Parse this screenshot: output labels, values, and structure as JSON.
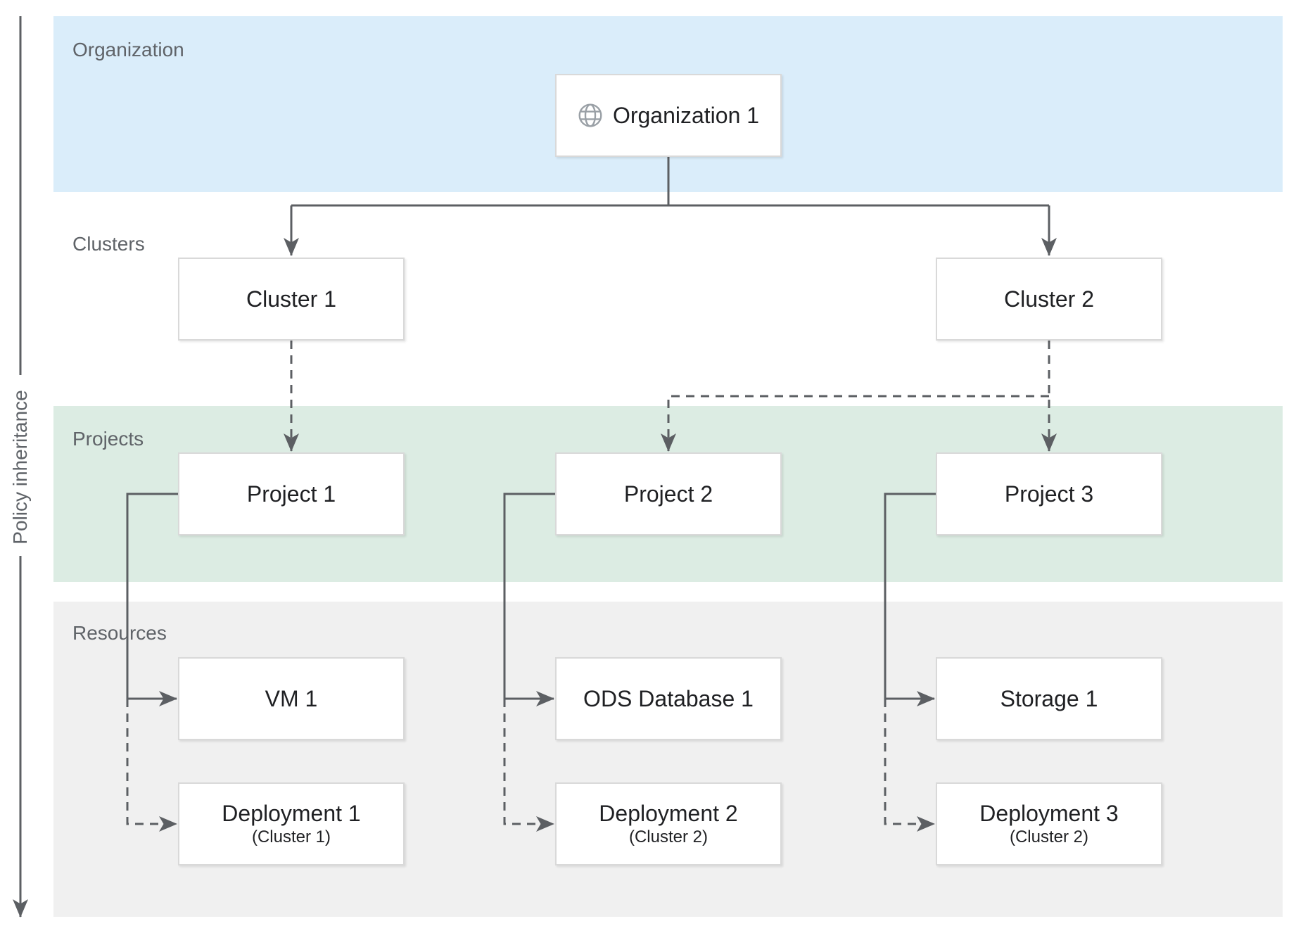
{
  "sidebar": {
    "label": "Policy inheritance"
  },
  "bands": {
    "organization": {
      "label": "Organization",
      "color": "#daedfa"
    },
    "clusters": {
      "label": "Clusters",
      "color": "#ffffff"
    },
    "projects": {
      "label": "Projects",
      "color": "#dcece3"
    },
    "resources": {
      "label": "Resources",
      "color": "#f0f0f0"
    }
  },
  "nodes": {
    "organization1": {
      "label": "Organization 1",
      "icon": "globe-icon"
    },
    "cluster1": {
      "label": "Cluster 1"
    },
    "cluster2": {
      "label": "Cluster 2"
    },
    "project1": {
      "label": "Project 1"
    },
    "project2": {
      "label": "Project 2"
    },
    "project3": {
      "label": "Project 3"
    },
    "vm1": {
      "label": "VM 1"
    },
    "odsDatabase1": {
      "label": "ODS Database 1"
    },
    "storage1": {
      "label": "Storage 1"
    },
    "deployment1": {
      "label": "Deployment 1",
      "sublabel": "(Cluster 1)"
    },
    "deployment2": {
      "label": "Deployment 2",
      "sublabel": "(Cluster 2)"
    },
    "deployment3": {
      "label": "Deployment 3",
      "sublabel": "(Cluster 2)"
    }
  },
  "edges": [
    {
      "from": "organization1",
      "to": "cluster1",
      "style": "solid"
    },
    {
      "from": "organization1",
      "to": "cluster2",
      "style": "solid"
    },
    {
      "from": "cluster1",
      "to": "project1",
      "style": "dashed"
    },
    {
      "from": "cluster2",
      "to": "project2",
      "style": "dashed"
    },
    {
      "from": "cluster2",
      "to": "project3",
      "style": "dashed"
    },
    {
      "from": "project1",
      "to": "vm1",
      "style": "solid"
    },
    {
      "from": "project1",
      "to": "deployment1",
      "style": "dashed"
    },
    {
      "from": "project2",
      "to": "odsDatabase1",
      "style": "solid"
    },
    {
      "from": "project2",
      "to": "deployment2",
      "style": "dashed"
    },
    {
      "from": "project3",
      "to": "storage1",
      "style": "solid"
    },
    {
      "from": "project3",
      "to": "deployment3",
      "style": "dashed"
    }
  ],
  "colors": {
    "connector": "#5c5f63",
    "band_label_text": "#5f6368",
    "box_border": "#d9d9d9",
    "box_text": "#1f2023",
    "globe_icon": "#9aa0a6",
    "band_organization": "#daedfa",
    "band_projects": "#dcece3",
    "band_resources": "#f0f0f0"
  }
}
